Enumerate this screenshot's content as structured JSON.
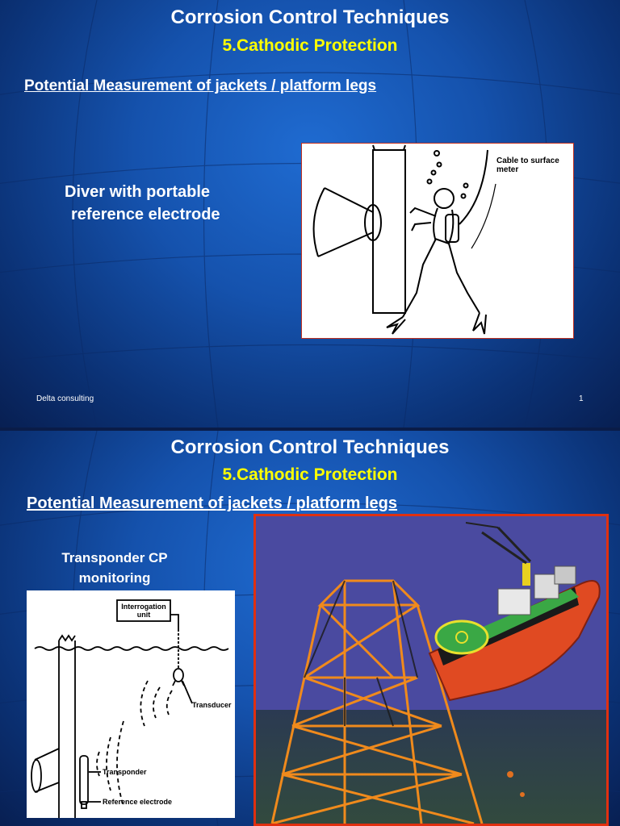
{
  "slides": [
    {
      "title": "Corrosion Control Techniques",
      "subtitle": "5.Cathodic Protection",
      "heading": "Potential Measurement of jackets / platform legs",
      "body_line1": "Diver with portable",
      "body_line2": "reference electrode",
      "figure_label1": "Cable to surface",
      "figure_label2": "meter",
      "footer_left": "Delta consulting",
      "footer_right": "1"
    },
    {
      "title": "Corrosion Control Techniques",
      "subtitle": "5.Cathodic Protection",
      "heading": "Potential Measurement of jackets / platform legs",
      "caption_line1": "Transponder CP",
      "caption_line2": "monitoring",
      "figure_labels": {
        "interrogation_line1": "Interrogation",
        "interrogation_line2": "unit",
        "transducer": "Transducer",
        "transponder": "Transponder",
        "reference_electrode": "Reference electrode"
      }
    }
  ]
}
